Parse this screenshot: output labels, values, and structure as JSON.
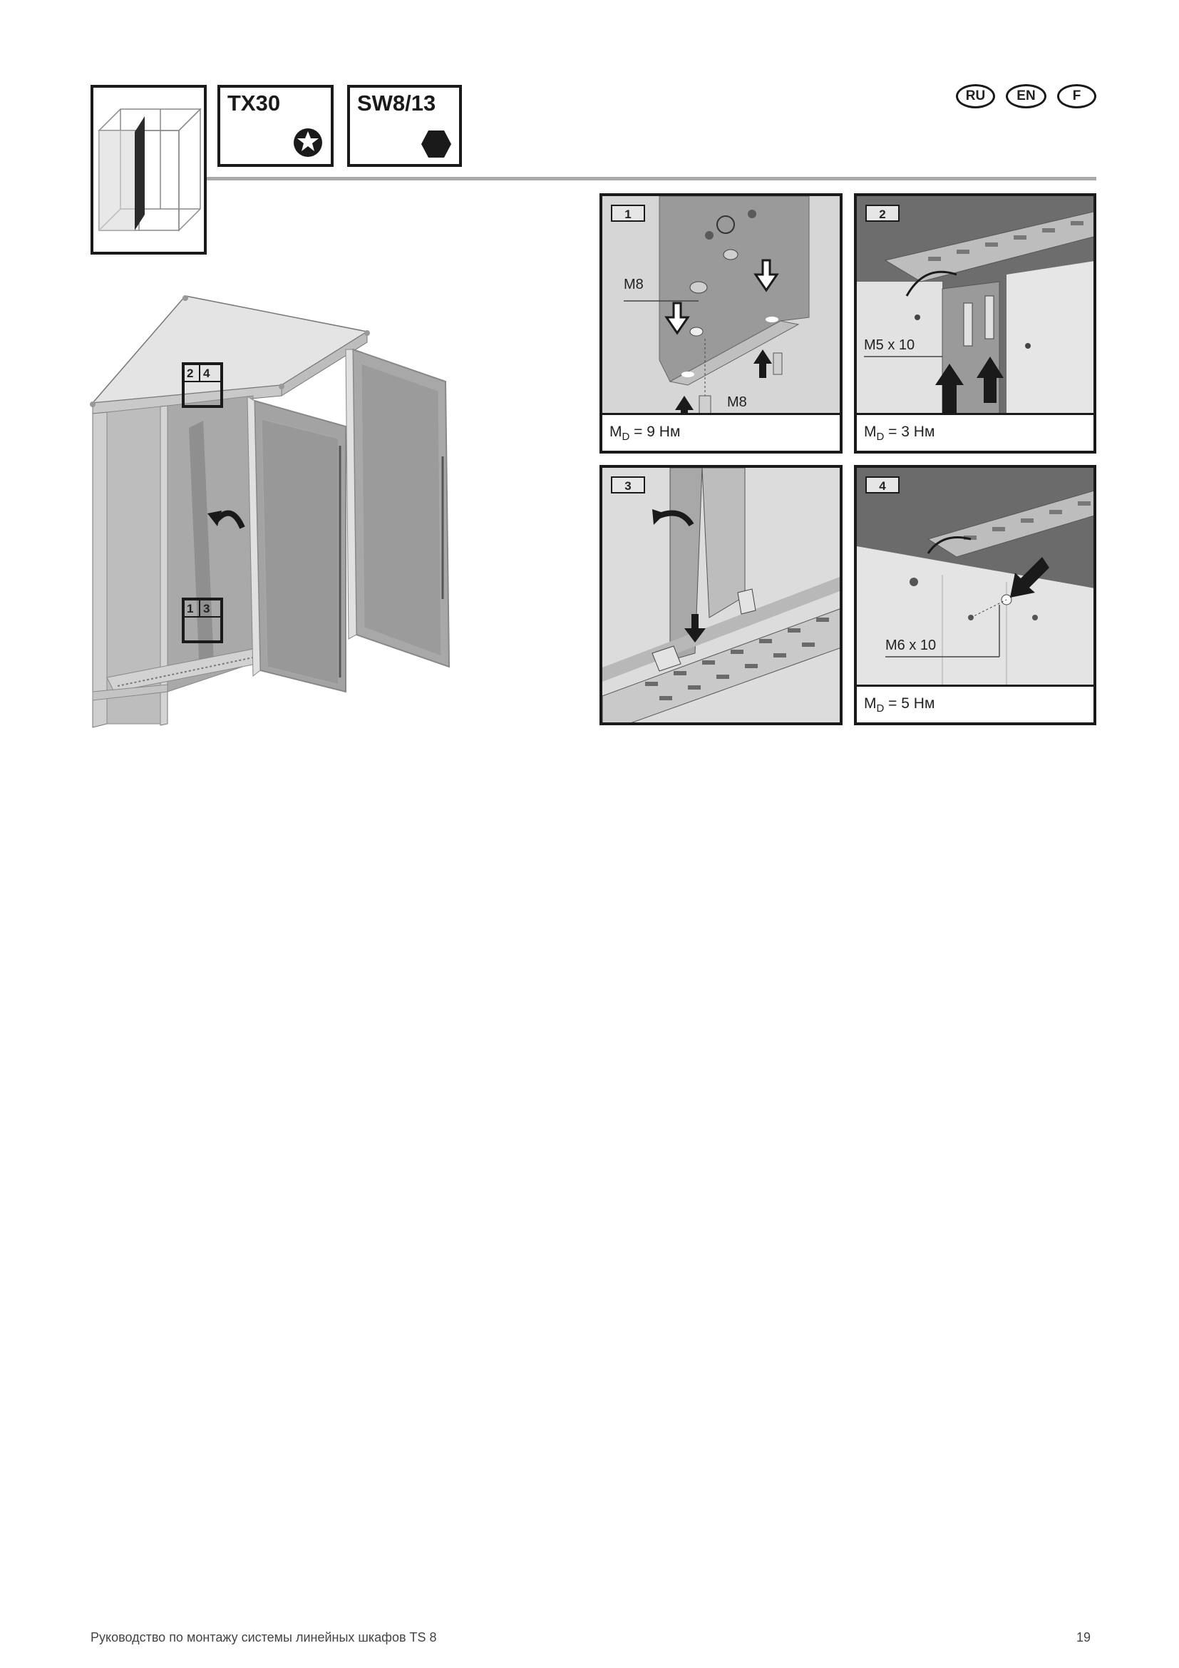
{
  "header": {
    "tools": [
      {
        "label": "TX30",
        "icon": "torx-star-icon"
      },
      {
        "label": "SW8/13",
        "icon": "hexagon-icon"
      }
    ],
    "languages": [
      "RU",
      "EN",
      "F"
    ]
  },
  "overview": {
    "tag_top": [
      "2",
      "4"
    ],
    "tag_bottom": [
      "1",
      "3"
    ]
  },
  "steps": [
    {
      "number": "1",
      "callouts": [
        "M8",
        "M8"
      ],
      "torque_prefix": "M",
      "torque_sub": "D",
      "torque_value": " = 9 Нм"
    },
    {
      "number": "2",
      "callouts": [
        "M5 x 10"
      ],
      "torque_prefix": "M",
      "torque_sub": "D",
      "torque_value": " = 3 Нм"
    },
    {
      "number": "3",
      "callouts": []
    },
    {
      "number": "4",
      "callouts": [
        "M6 x 10"
      ],
      "torque_prefix": "M",
      "torque_sub": "D",
      "torque_value": " = 5 Нм"
    }
  ],
  "footer": {
    "title": "Руководство по монтажу системы линейных шкафов TS 8",
    "page_number": "19"
  },
  "colors": {
    "frame": "#1a1a1a",
    "rule": "#a9a9a9",
    "metal": "#c8c8c8"
  }
}
